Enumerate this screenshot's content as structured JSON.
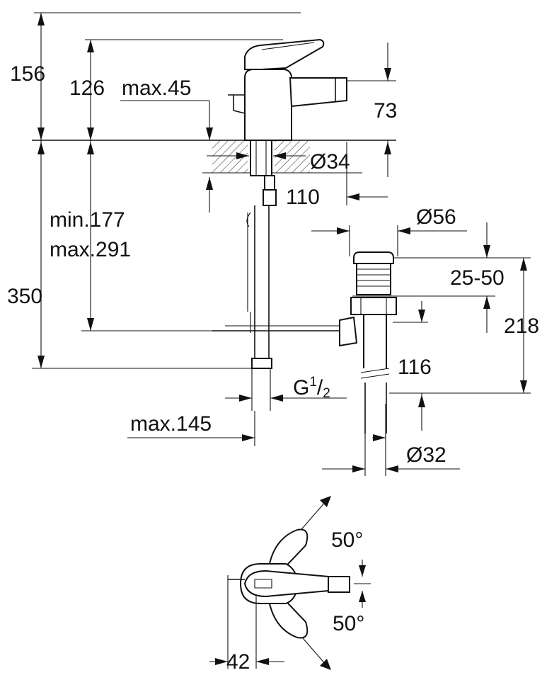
{
  "dimensions": {
    "d156": "156",
    "d126": "126",
    "max45": "max.45",
    "d73": "73",
    "dia34": "Ø34",
    "d110": "110",
    "min177": "min.177",
    "max291": "max.291",
    "dia56": "Ø56",
    "d25_50": "25-50",
    "d218": "218",
    "d350": "350",
    "d116": "116",
    "thread_g": "G",
    "thread_num": "1",
    "thread_den": "2",
    "max145": "max.145",
    "dia32": "Ø32",
    "angle_top": "50°",
    "angle_bottom": "50°",
    "d42": "42"
  }
}
